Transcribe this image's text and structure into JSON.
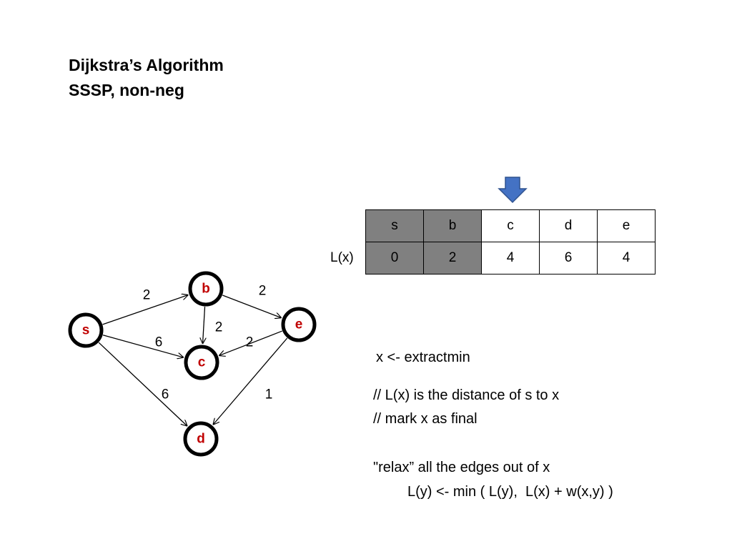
{
  "title": {
    "line1": "Dijkstra’s Algorithm",
    "line2": "SSSP, non-neg"
  },
  "colors": {
    "node_fill": "#ffffff",
    "node_stroke": "#000000",
    "node_label": "#c00000",
    "final_cell": "#808080",
    "pointer_arrow": "#4472c4"
  },
  "pointer": {
    "icon": "down-arrow-icon",
    "column_index": 2
  },
  "graph": {
    "nodes": [
      {
        "id": "s",
        "label": "s"
      },
      {
        "id": "b",
        "label": "b"
      },
      {
        "id": "c",
        "label": "c"
      },
      {
        "id": "d",
        "label": "d"
      },
      {
        "id": "e",
        "label": "e"
      }
    ],
    "edges": [
      {
        "from": "s",
        "to": "b",
        "weight": "2"
      },
      {
        "from": "s",
        "to": "c",
        "weight": "6"
      },
      {
        "from": "s",
        "to": "d",
        "weight": "6"
      },
      {
        "from": "b",
        "to": "c",
        "weight": "2"
      },
      {
        "from": "b",
        "to": "e",
        "weight": "2"
      },
      {
        "from": "e",
        "to": "c",
        "weight": "2"
      },
      {
        "from": "e",
        "to": "d",
        "weight": "1"
      }
    ]
  },
  "table": {
    "row_label": "L(x)",
    "columns": [
      "s",
      "b",
      "c",
      "d",
      "e"
    ],
    "values": [
      "0",
      "2",
      "4",
      "6",
      "4"
    ],
    "final": [
      true,
      true,
      false,
      false,
      false
    ]
  },
  "algorithm": {
    "lines": [
      "x <- extractmin",
      "// L(x) is the distance of s to x",
      "// mark x as final",
      "\"relax” all the edges out of x",
      "L(y) <- min ( L(y),  L(x) + w(x,y) )"
    ]
  }
}
